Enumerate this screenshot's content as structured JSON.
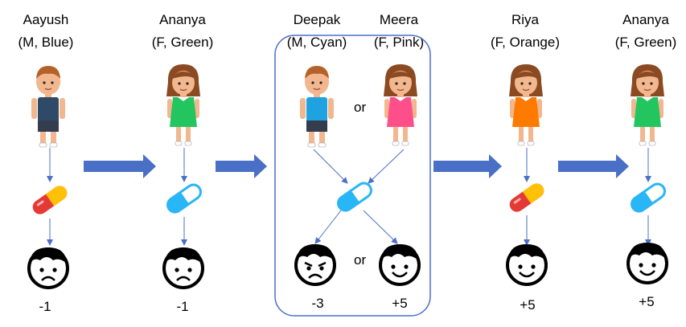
{
  "people": [
    {
      "name": "Aayush",
      "attrs": "(M, Blue)"
    },
    {
      "name": "Ananya",
      "attrs": "(F, Green)"
    },
    {
      "name": "Deepak",
      "attrs": "(M, Cyan)"
    },
    {
      "name": "Meera",
      "attrs": "(F, Pink)"
    },
    {
      "name": "Riya",
      "attrs": "(F, Orange)"
    },
    {
      "name": "Ananya",
      "attrs": "(F, Green)"
    }
  ],
  "connectors": {
    "or": "or"
  },
  "scores": [
    "-1",
    "-1",
    "-3",
    "+5",
    "+5",
    "+5"
  ],
  "colors": {
    "blue_shirt": "#2f4a66",
    "green_dress": "#22c55e",
    "cyan_shirt": "#1fa3e0",
    "pink_dress": "#ff4f8a",
    "orange_dress": "#ff7a00",
    "flow_arrow": "#4a6fc7",
    "pill_red": "#e53935",
    "pill_yellow": "#ffc107",
    "pill_blue": "#29b6f6"
  },
  "icons": [
    "boy-figure",
    "girl-figure",
    "pill-red-yellow",
    "pill-blue",
    "sad-face",
    "angry-face",
    "happy-face"
  ]
}
